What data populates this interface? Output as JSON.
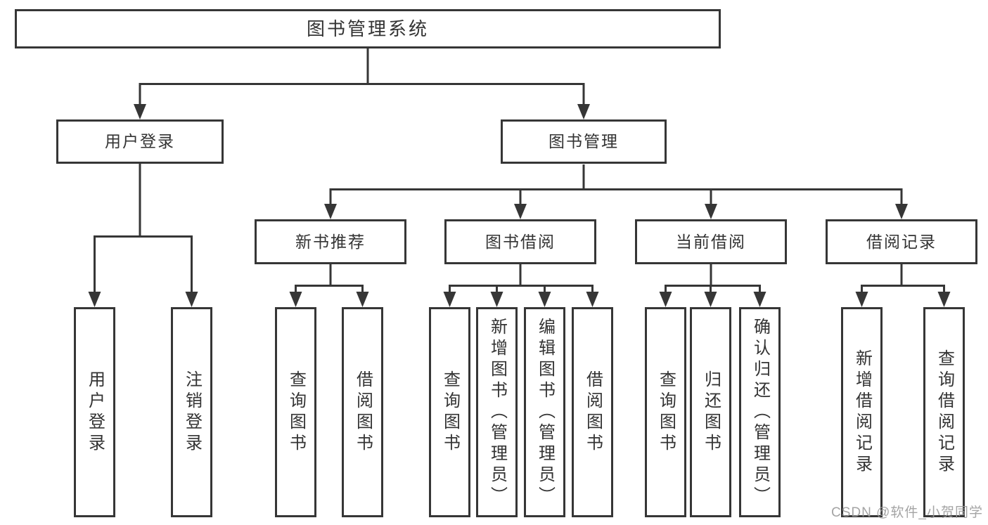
{
  "tree": {
    "label": "图书管理系统",
    "children": [
      {
        "label": "用户登录",
        "children": [
          {
            "label": "用户登录"
          },
          {
            "label": "注销登录"
          }
        ]
      },
      {
        "label": "图书管理",
        "children": [
          {
            "label": "新书推荐",
            "children": [
              {
                "label": "查询图书"
              },
              {
                "label": "借阅图书"
              }
            ]
          },
          {
            "label": "图书借阅",
            "children": [
              {
                "label": "查询图书"
              },
              {
                "label": "新增图书（管理员）"
              },
              {
                "label": "编辑图书（管理员）"
              },
              {
                "label": "借阅图书"
              }
            ]
          },
          {
            "label": "当前借阅",
            "children": [
              {
                "label": "查询图书"
              },
              {
                "label": "归还图书"
              },
              {
                "label": "确认归还（管理员）"
              }
            ]
          },
          {
            "label": "借阅记录",
            "children": [
              {
                "label": "新增借阅记录"
              },
              {
                "label": "查询借阅记录"
              }
            ]
          }
        ]
      }
    ]
  },
  "watermark": {
    "text": "CSDN @软件_小贺同学"
  },
  "colors": {
    "line": "#363636",
    "box_border": "#363636",
    "box_fill": "#ffffff",
    "text": "#333333",
    "watermark": "#9b9b9b"
  }
}
